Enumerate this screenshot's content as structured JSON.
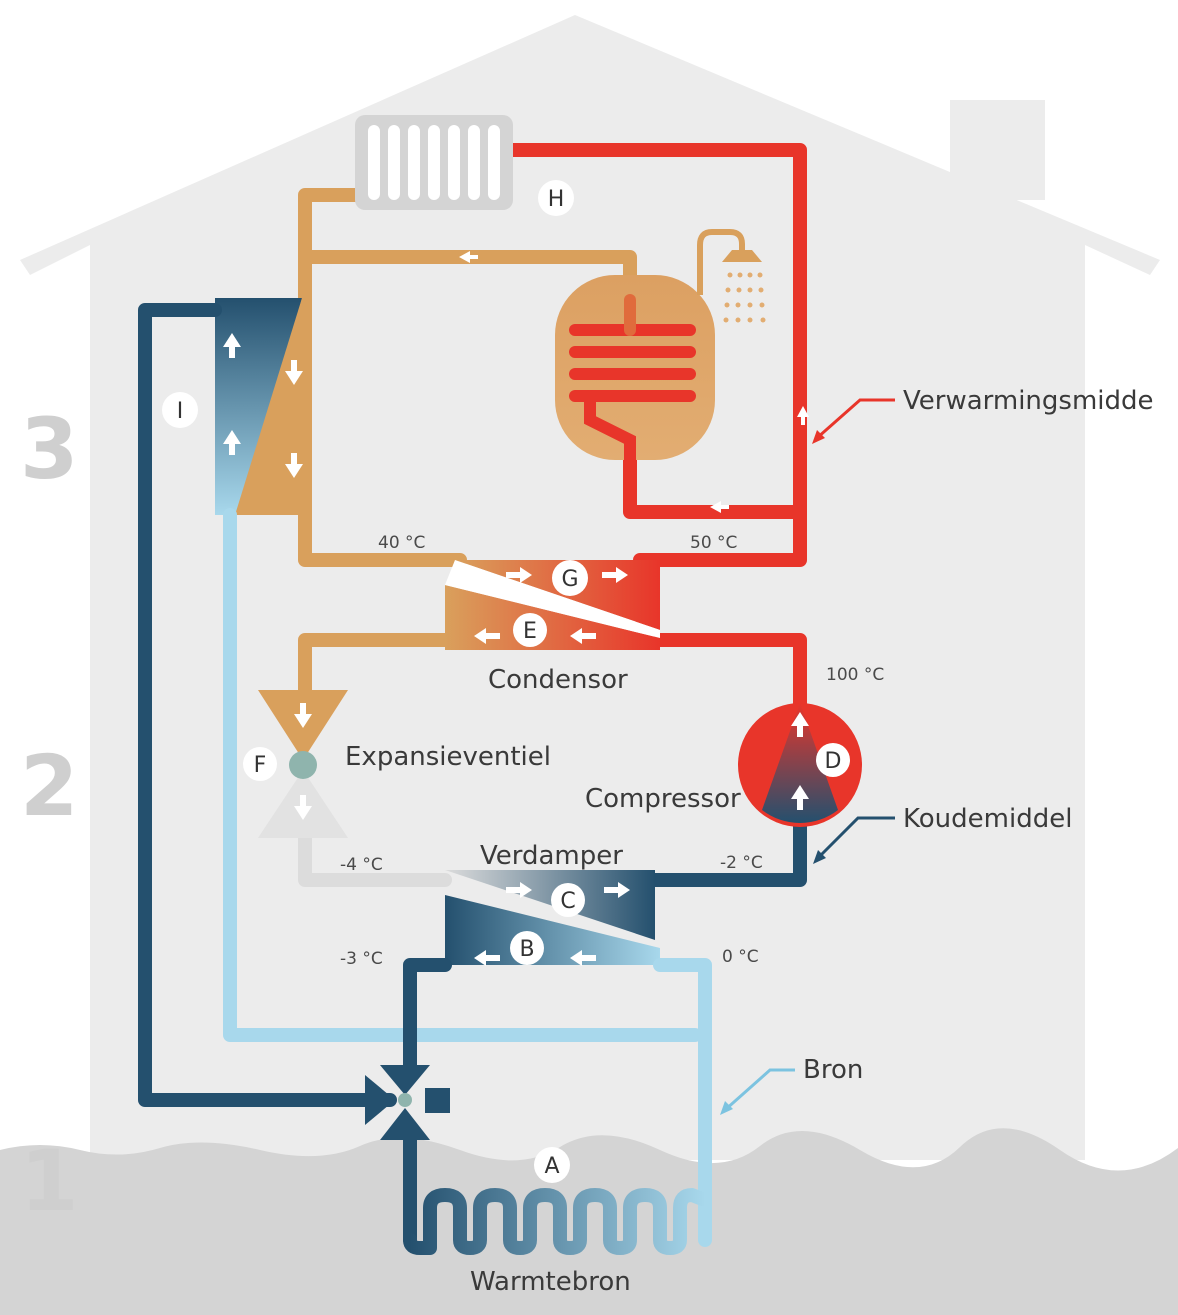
{
  "levels": [
    "3",
    "2",
    "1"
  ],
  "markers": {
    "a": "A",
    "b": "B",
    "c": "C",
    "d": "D",
    "e": "E",
    "f": "F",
    "g": "G",
    "h": "H",
    "i": "I"
  },
  "labels": {
    "verwarmingsmiddel": "Verwarmingsmidde",
    "koudemiddel": "Koudemiddel",
    "bron": "Bron",
    "condensor": "Condensor",
    "expansieventiel": "Expansieventiel",
    "compressor": "Compressor",
    "verdamper": "Verdamper",
    "warmtebron": "Warmtebron"
  },
  "temperatures": {
    "t40": "40 °C",
    "t50": "50 °C",
    "t100": "100 °C",
    "tm4": "-4 °C",
    "tm2": "-2 °C",
    "tm3": "-3 °C",
    "t0": "0 °C"
  },
  "colors": {
    "house": "#ececec",
    "ground": "#cfcfcf",
    "hot": "#e8352a",
    "warm": "#d9a05c",
    "cold_dark": "#24506e",
    "cold_light": "#a8d8ec",
    "grey_pipe": "#d0d0d0"
  },
  "icons": [
    "radiator-icon",
    "shower-icon",
    "boiler-icon",
    "compressor-icon",
    "valve-icon"
  ]
}
